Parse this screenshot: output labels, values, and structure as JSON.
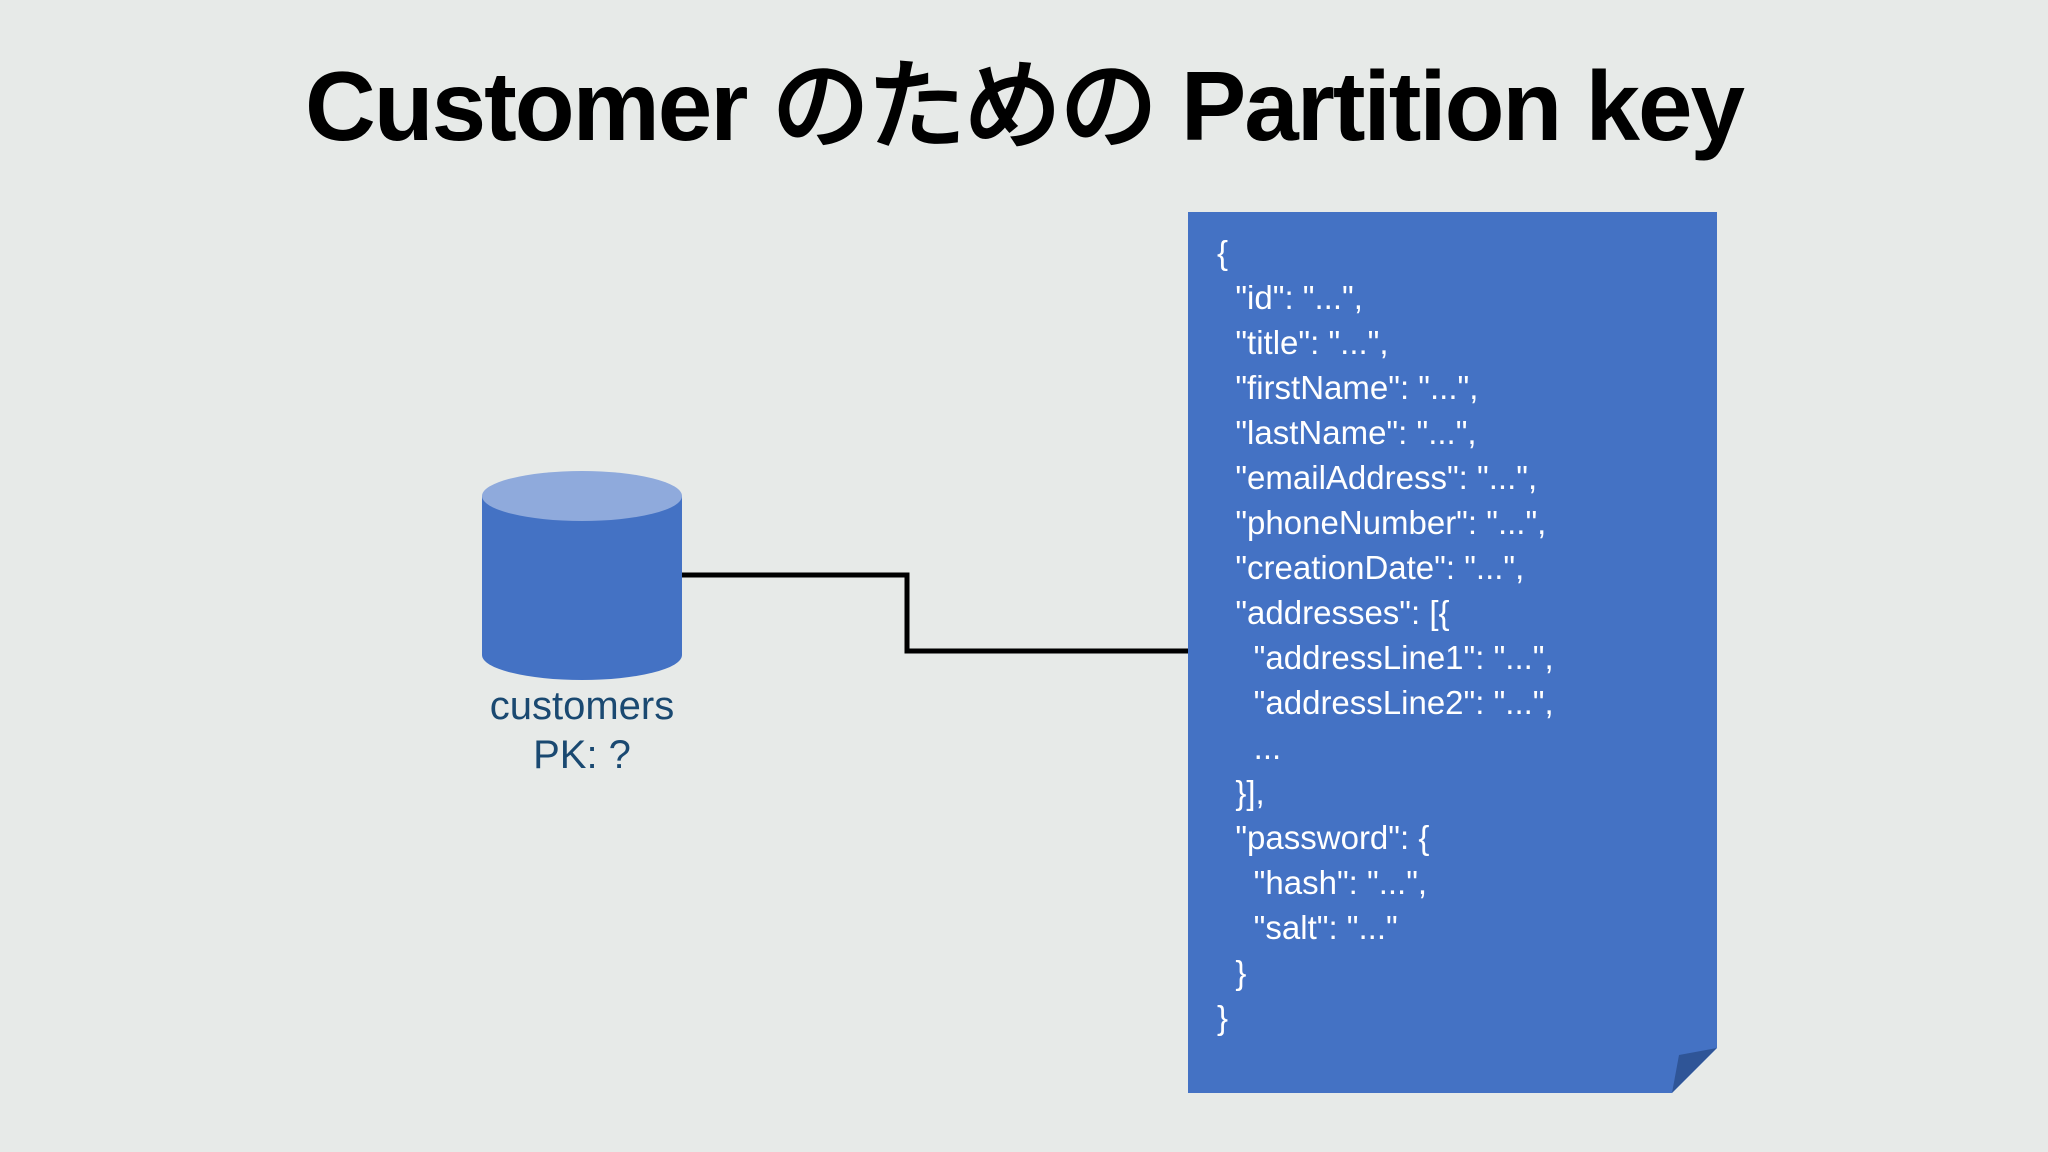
{
  "title": "Customer のための Partition key",
  "database": {
    "label": "customers",
    "partition_key_label": "PK: ?"
  },
  "document_panel": {
    "code_lines": [
      "{",
      "  \"id\": \"...\",",
      "  \"title\": \"...\",",
      "  \"firstName\": \"...\",",
      "  \"lastName\": \"...\",",
      "  \"emailAddress\": \"...\",",
      "  \"phoneNumber\": \"...\",",
      "  \"creationDate\": \"...\",",
      "  \"addresses\": [{",
      "    \"addressLine1\": \"...\",",
      "    \"addressLine2\": \"...\",",
      "    ...",
      "  }],",
      "  \"password\": {",
      "    \"hash\": \"...\",",
      "    \"salt\": \"...\"",
      "  }",
      "}"
    ]
  },
  "colors": {
    "background": "#E7EAE8",
    "panel_blue": "#4472C4",
    "cylinder_body": "#4472C4",
    "cylinder_top": "#8FAADC",
    "corner_fold": "#2F5597",
    "database_label_text": "#1A4971",
    "code_text": "#FFFFFF",
    "connector_line": "#000000",
    "title_text": "#000000"
  }
}
